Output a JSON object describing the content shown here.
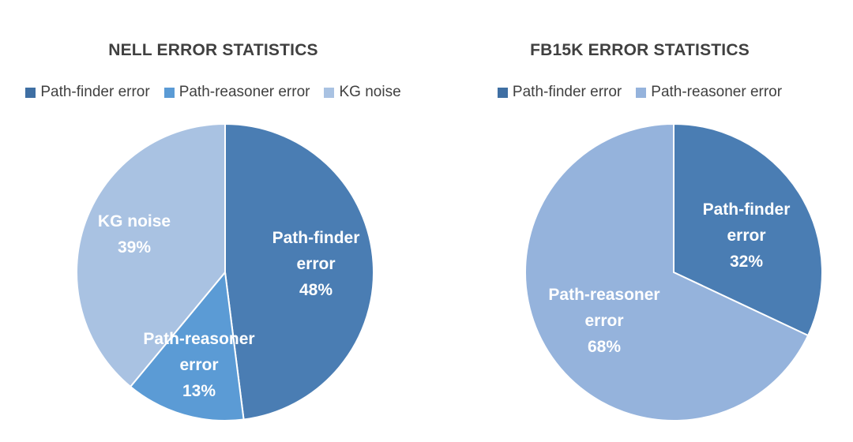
{
  "chart_data": [
    {
      "type": "pie",
      "title": "NELL ERROR STATISTICS",
      "legend_position": "top",
      "slices": [
        {
          "name": "Path-finder error",
          "value": 48,
          "label_lines": [
            "Path-finder",
            "error",
            "48%"
          ],
          "color": "#4a7db3"
        },
        {
          "name": "Path-reasoner error",
          "value": 13,
          "label_lines": [
            "Path-reasoner",
            "error",
            "13%"
          ],
          "color": "#5b9bd5"
        },
        {
          "name": "KG noise",
          "value": 39,
          "label_lines": [
            "KG noise",
            "39%"
          ],
          "color": "#a9c2e2"
        }
      ]
    },
    {
      "type": "pie",
      "title": "FB15K ERROR STATISTICS",
      "legend_position": "top",
      "slices": [
        {
          "name": "Path-finder error",
          "value": 32,
          "label_lines": [
            "Path-finder",
            "error",
            "32%"
          ],
          "color": "#4a7db3"
        },
        {
          "name": "Path-reasoner error",
          "value": 68,
          "label_lines": [
            "Path-reasoner",
            "error",
            "68%"
          ],
          "color": "#95b3dc"
        }
      ]
    }
  ]
}
